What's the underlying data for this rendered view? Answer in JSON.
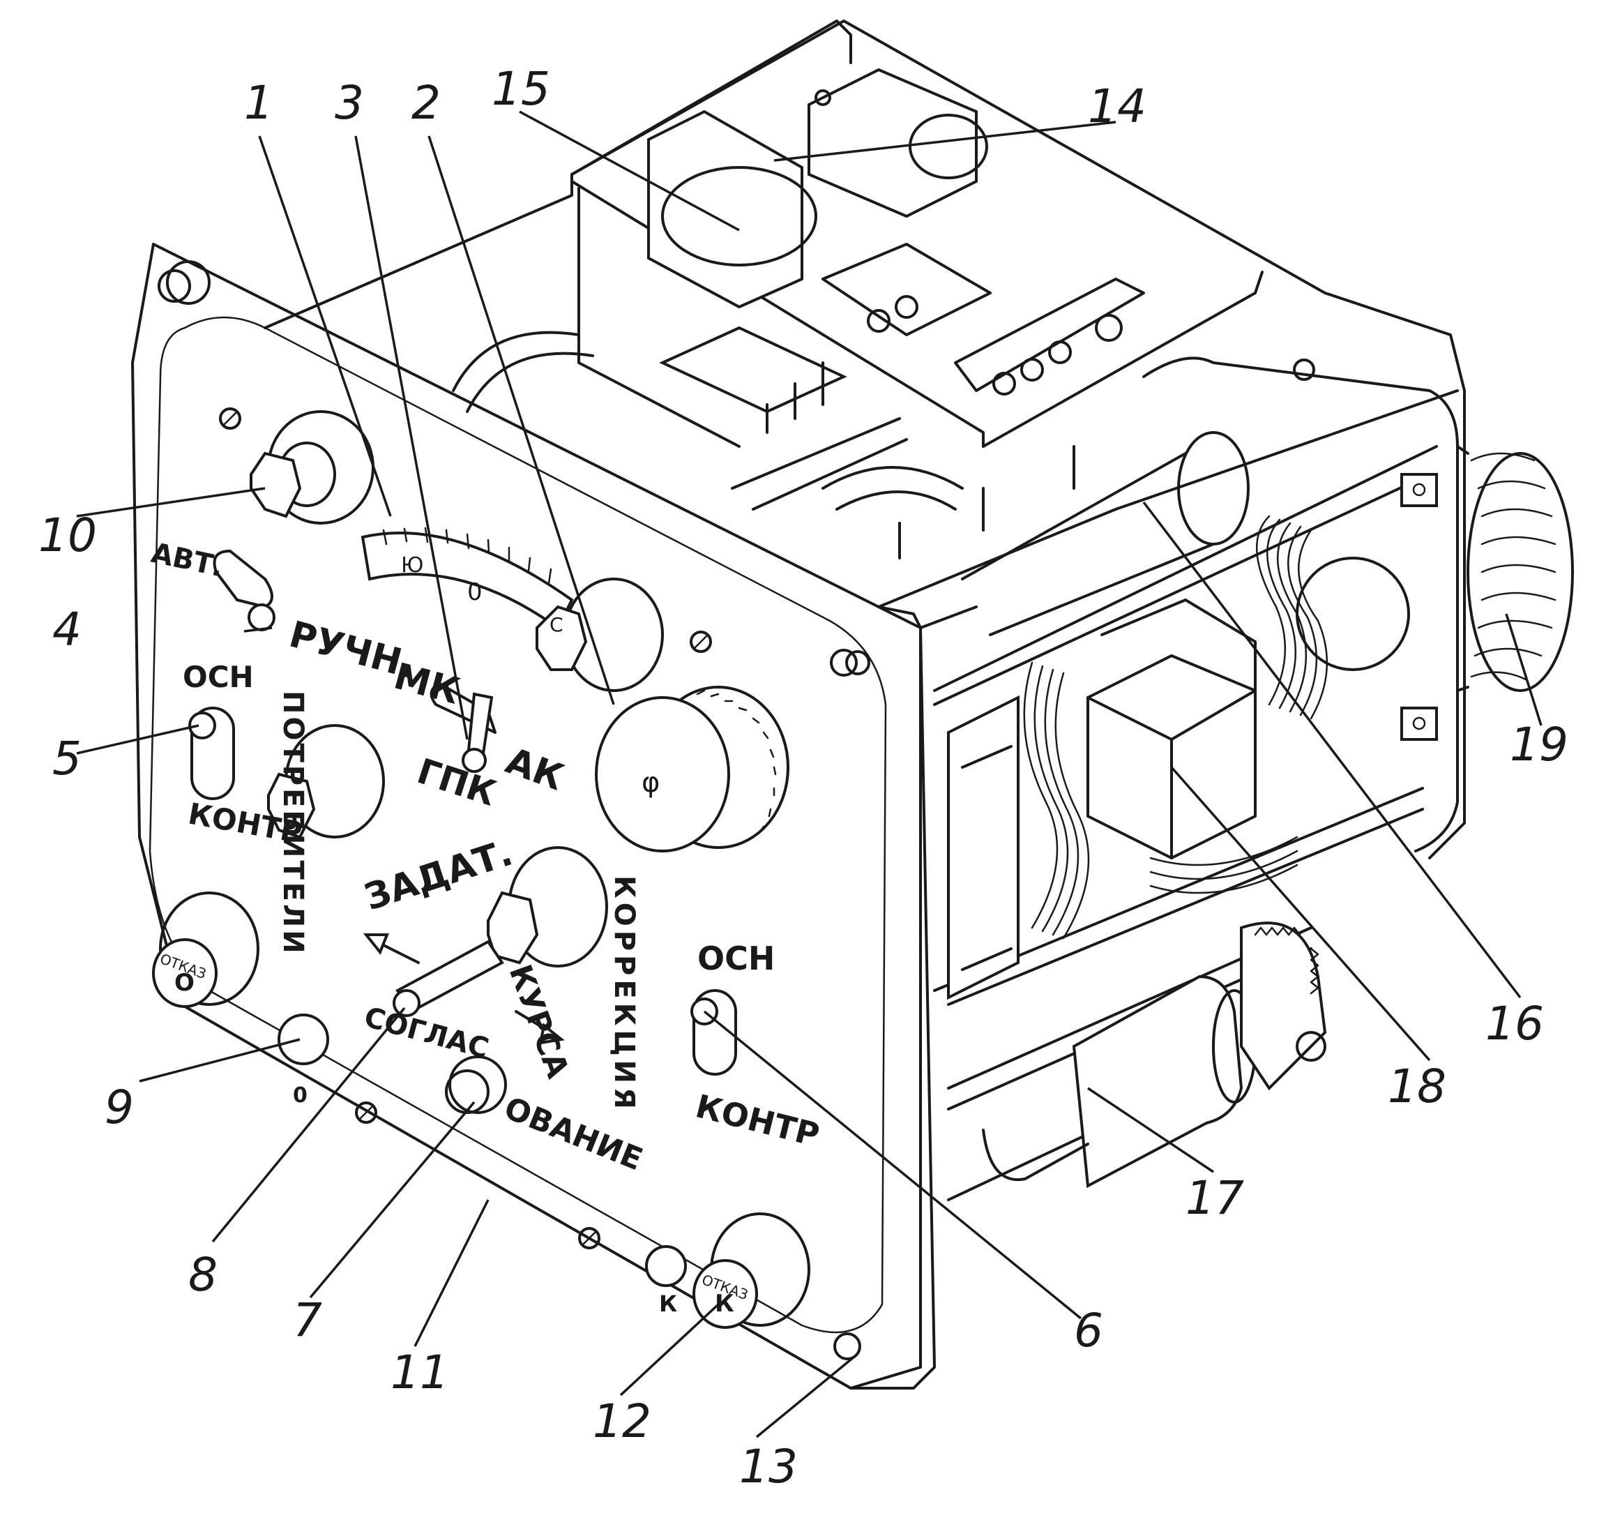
{
  "callouts": [
    {
      "id": "1",
      "label": "1"
    },
    {
      "id": "2",
      "label": "2"
    },
    {
      "id": "3",
      "label": "3"
    },
    {
      "id": "4",
      "label": "4"
    },
    {
      "id": "5",
      "label": "5"
    },
    {
      "id": "6",
      "label": "6"
    },
    {
      "id": "7",
      "label": "7"
    },
    {
      "id": "8",
      "label": "8"
    },
    {
      "id": "9",
      "label": "9"
    },
    {
      "id": "10",
      "label": "10"
    },
    {
      "id": "11",
      "label": "11"
    },
    {
      "id": "12",
      "label": "12"
    },
    {
      "id": "13",
      "label": "13"
    },
    {
      "id": "14",
      "label": "14"
    },
    {
      "id": "15",
      "label": "15"
    },
    {
      "id": "16",
      "label": "16"
    },
    {
      "id": "17",
      "label": "17"
    },
    {
      "id": "18",
      "label": "18"
    },
    {
      "id": "19",
      "label": "19"
    }
  ],
  "panel": {
    "avt": "АВТ.",
    "ruchn": "РУЧН.",
    "mk": "МК",
    "ak": "АК",
    "gpk": "ГПК",
    "osn_left": "ОСН",
    "kontr_left": "КОНТР",
    "potr_vert": "ПОТРЕБИТЕЛИ",
    "zadat": "ЗАДАТ.",
    "kursa": "КУРСА",
    "soglas": "СОГЛАС",
    "ovanie": "ОВАНИЕ",
    "korr_vert": "КОРРЕКЦИЯ",
    "osn_right": "ОСН",
    "kontr_right": "КОНТР",
    "otkaz_top": "ОТКАЗ",
    "o_mark": "О",
    "k_mark": "К",
    "k_lamp": "К",
    "otkaz_bottom": "ОТКАЗ",
    "phi": "φ",
    "scale_yu": "Ю",
    "scale_zero": "0",
    "scale_s": "С",
    "nine_zero": "0"
  }
}
